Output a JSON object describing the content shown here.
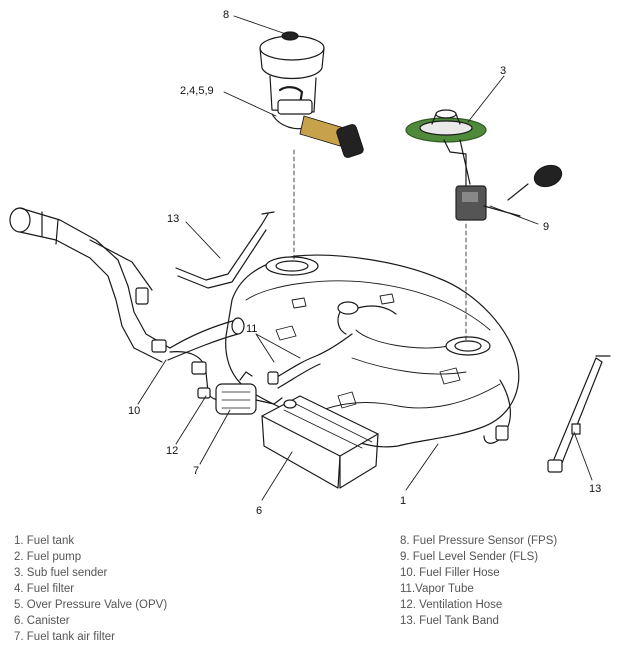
{
  "callouts": {
    "c1": "1",
    "c2459": "2,4,5,9",
    "c3": "3",
    "c6": "6",
    "c7": "7",
    "c8": "8",
    "c9": "9",
    "c10": "10",
    "c11": "11",
    "c12": "12",
    "c13a": "13",
    "c13b": "13"
  },
  "legend": {
    "left": [
      "1. Fuel tank",
      "2. Fuel pump",
      "3. Sub fuel sender",
      "4. Fuel filter",
      "5. Over Pressure Valve (OPV)",
      "6. Canister",
      "7. Fuel tank air filter"
    ],
    "right": [
      "8. Fuel Pressure Sensor (FPS)",
      "9. Fuel Level Sender (FLS)",
      "10. Fuel Filler Hose",
      "11.Vapor Tube",
      "12. Ventilation Hose",
      "13. Fuel Tank Band"
    ]
  },
  "colors": {
    "line": "#1a1a1a",
    "float_arm": "#c8a24a",
    "sender_ring": "#4f8a3a",
    "float": "#222222"
  }
}
